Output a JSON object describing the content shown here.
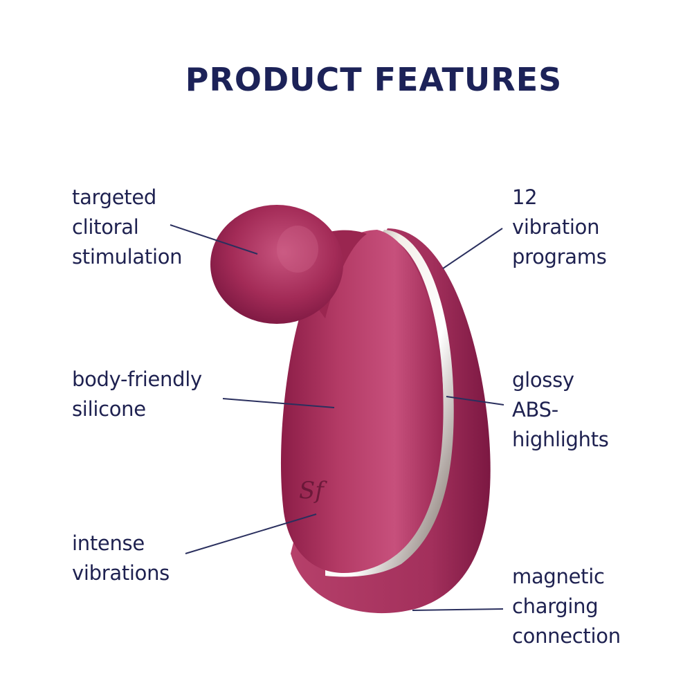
{
  "title": "PRODUCT FEATURES",
  "colors": {
    "title": "#1c2258",
    "label_text": "#1e2150",
    "callout_line": "#2a2f5e",
    "product_body": "#a02a55",
    "product_highlight": "#c95580",
    "product_shadow": "#6e1236",
    "chrome_trim": "#e8e2dc",
    "background": "#ffffff"
  },
  "features": {
    "left": [
      {
        "lines": [
          "targeted",
          "clitoral",
          "stimulation"
        ]
      },
      {
        "lines": [
          "body-friendly",
          "silicone"
        ]
      },
      {
        "lines": [
          "intense",
          "vibrations"
        ]
      }
    ],
    "right": [
      {
        "lines": [
          "12",
          "vibration",
          "programs"
        ]
      },
      {
        "lines": [
          "glossy",
          "ABS-",
          "highlights"
        ]
      },
      {
        "lines": [
          "magnetic",
          "charging",
          "connection"
        ]
      }
    ]
  },
  "product": {
    "logo_icon": "satisfyer-logo-icon",
    "logo_text": "Sf"
  }
}
